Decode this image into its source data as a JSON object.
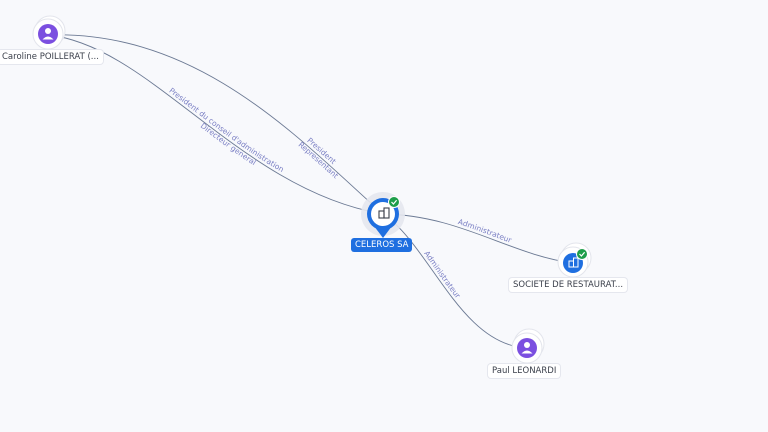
{
  "nodes": {
    "main": {
      "label": "CELEROS SA",
      "type": "company",
      "verified": true
    },
    "caroline": {
      "label": "Caroline POILLERAT (...",
      "type": "person"
    },
    "societe": {
      "label": "SOCIETE DE RESTAURAT...",
      "type": "company",
      "verified": true
    },
    "paul": {
      "label": "Paul LEONARDI",
      "type": "person"
    }
  },
  "edges": {
    "caroline_main_1": [
      "President du conseil d'administration",
      "Directeur general"
    ],
    "caroline_main_2": [
      "President",
      "Representant"
    ],
    "main_societe": [
      "Administrateur"
    ],
    "main_paul": [
      "Administrateur"
    ]
  },
  "colors": {
    "person": "#7b4fe0",
    "company": "#1f6fe0",
    "verified": "#1e9e4a",
    "edge": "#6c7a94",
    "edge_label": "#7a7fc4"
  },
  "icons": {
    "person": "person-icon",
    "company": "building-icon",
    "verified": "check-badge-icon"
  }
}
